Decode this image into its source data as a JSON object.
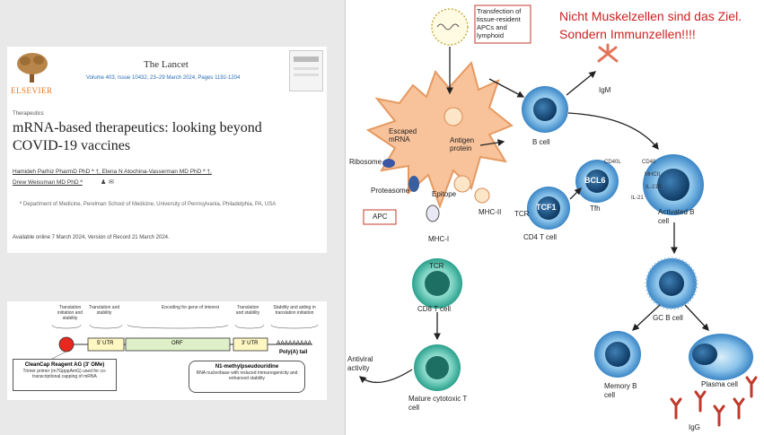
{
  "paper": {
    "publisher": "ELSEVIER",
    "journal": "The Lancet",
    "volume_line": "Volume 403, Issue 10432, 23–29 March 2024, Pages 1192-1204",
    "section": "Therapeutics",
    "title_line1": "mRNA-based therapeutics: looking beyond",
    "title_line2": "COVID-19 vaccines",
    "authors_line1": "Hamideh Parhiz PharmD PhD ª †, Elena N Atochina-Vasserman MD PhD ª †,",
    "authors_line2": "Drew Weissman MD PhD ª",
    "affiliation": "ª Department of Medicine, Perelman School of Medicine, University of Pennsylvania, Philadelphia, PA, USA",
    "availability": "Available online 7 March 2024, Version of Record 21 March 2024."
  },
  "mrna": {
    "cap_desc": "Translation initiation and stability",
    "utr5_desc": "Translation and stability",
    "orf_desc": "Encoding for gene of interest",
    "utr3_desc": "Translation and stability",
    "polya_desc": "Stability and aiding in translation initiation",
    "utr5": "5′ UTR",
    "orf": "ORF",
    "utr3": "3′ UTR",
    "polya_seq": "AAAAAAAAA",
    "polya": "Poly(A) tail",
    "cleancap_title": "CleanCap Reagent AG (3′ OMe)",
    "cleancap_text": "Trimer primer (m7GpppAmG) used for co-transcriptional capping of mRNA",
    "n1_title": "N1-methylpseudouridine",
    "n1_text": "RNA nucleobase with reduced immunogenicity and enhanced stability"
  },
  "diagram": {
    "transfection": "Transfection of tissue-resident APCs and lymphoid",
    "note_line1": "Nicht Muskelzellen sind das Ziel.",
    "note_line2": "Sondern Immunzellen!!!!",
    "igm": "IgM",
    "b_cell": "B cell",
    "escaped_mrna": "Escaped mRNA",
    "antigen_protein": "Antigen protein",
    "ribosome": "Ribosome",
    "proteasome": "Proteasome",
    "epitope": "Epitope",
    "apc": "APC",
    "mhc2": "MHC-II",
    "mhc1": "MHC-I",
    "tcr": "TCR",
    "tcf1": "TCF1",
    "cd4": "CD4 T cell",
    "bcl6": "BCL6",
    "tfh": "Tfh",
    "cd40l": "CD40L",
    "cd40": "CD40",
    "mhcii2": "MHCII",
    "il21r": "IL-21R",
    "il21": "IL-21",
    "activated_b": "Activated B cell",
    "cd8": "CD8 T cell",
    "antiviral": "Antiviral activity",
    "mature_ctl": "Mature cytotoxic T cell",
    "gc_b": "GC B cell",
    "memory_b": "Memory B cell",
    "plasma": "Plasma cell",
    "igg": "IgG"
  },
  "colors": {
    "red_note": "#cc2222",
    "b_cell_blue": "#2c6aa8",
    "t_cell_green": "#2a9d8f",
    "apc_orange": "#f6b98a",
    "elsevier_orange": "#e87722",
    "link_blue": "#2a6db5"
  }
}
